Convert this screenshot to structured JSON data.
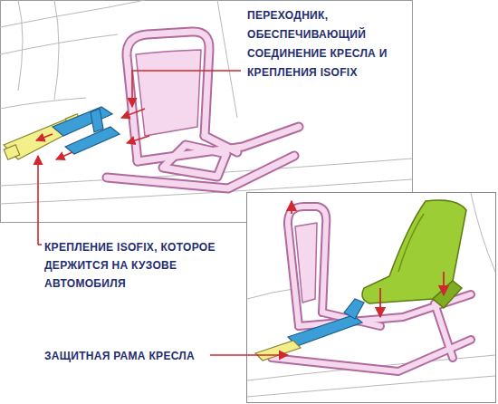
{
  "diagram": {
    "labels": [
      "ПЕРЕХОДНИК, ОБЕСПЕЧИВАЮЩИЙ СОЕДИНЕНИЕ КРЕСЛА И КРЕПЛЕНИЯ ISOFIX",
      "КРЕПЛЕНИЕ ISOFIX, КОТОРОЕ ДЕРЖИТСЯ НА КУЗОВЕ АВТОМОБИЛЯ",
      "ЗАЩИТНАЯ РАМА КРЕСЛА"
    ]
  }
}
